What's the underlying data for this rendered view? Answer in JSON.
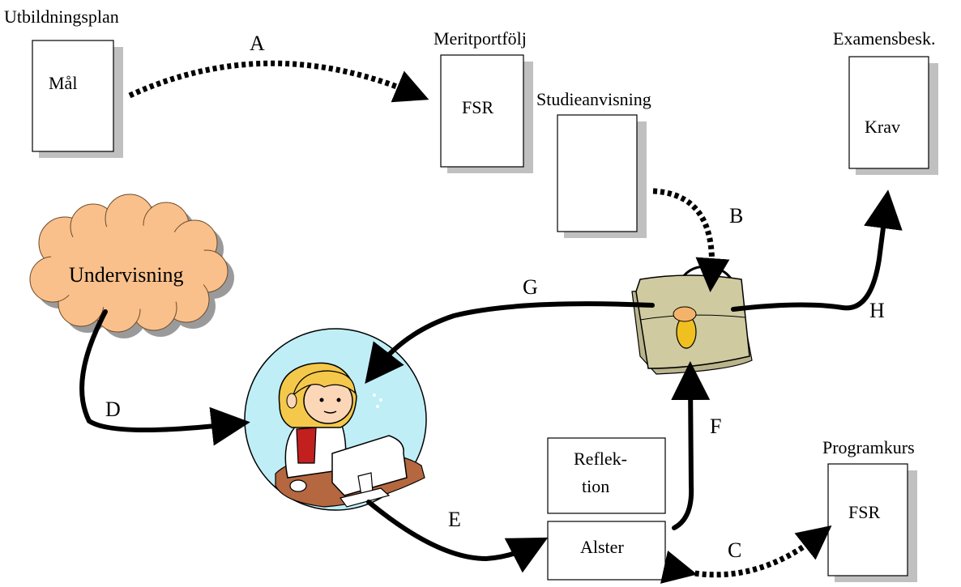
{
  "documents": {
    "utbildningsplan": {
      "title": "Utbildningsplan",
      "content": "Mål"
    },
    "meritportfolj": {
      "title": "Meritportfölj",
      "content": "FSR"
    },
    "studieanvisning": {
      "title": "Studieanvisning",
      "content": ""
    },
    "examensbesk": {
      "title": "Examensbesk.",
      "content": "Krav"
    },
    "programkurs": {
      "title": "Programkurs",
      "content": "FSR"
    }
  },
  "cloud": {
    "label": "Undervisning",
    "color": "#f9c08c"
  },
  "boxes": {
    "reflektion_line1": "Reflek-",
    "reflektion_line2": "tion",
    "alster": "Alster"
  },
  "arrows": {
    "A": "A",
    "B": "B",
    "C": "C",
    "D": "D",
    "E": "E",
    "F": "F",
    "G": "G",
    "H": "H"
  },
  "colors": {
    "cloud_fill": "#f9c08c",
    "student_circle": "#bfeef7",
    "briefcase": "#cfcaa0",
    "desk": "#b5673f"
  }
}
